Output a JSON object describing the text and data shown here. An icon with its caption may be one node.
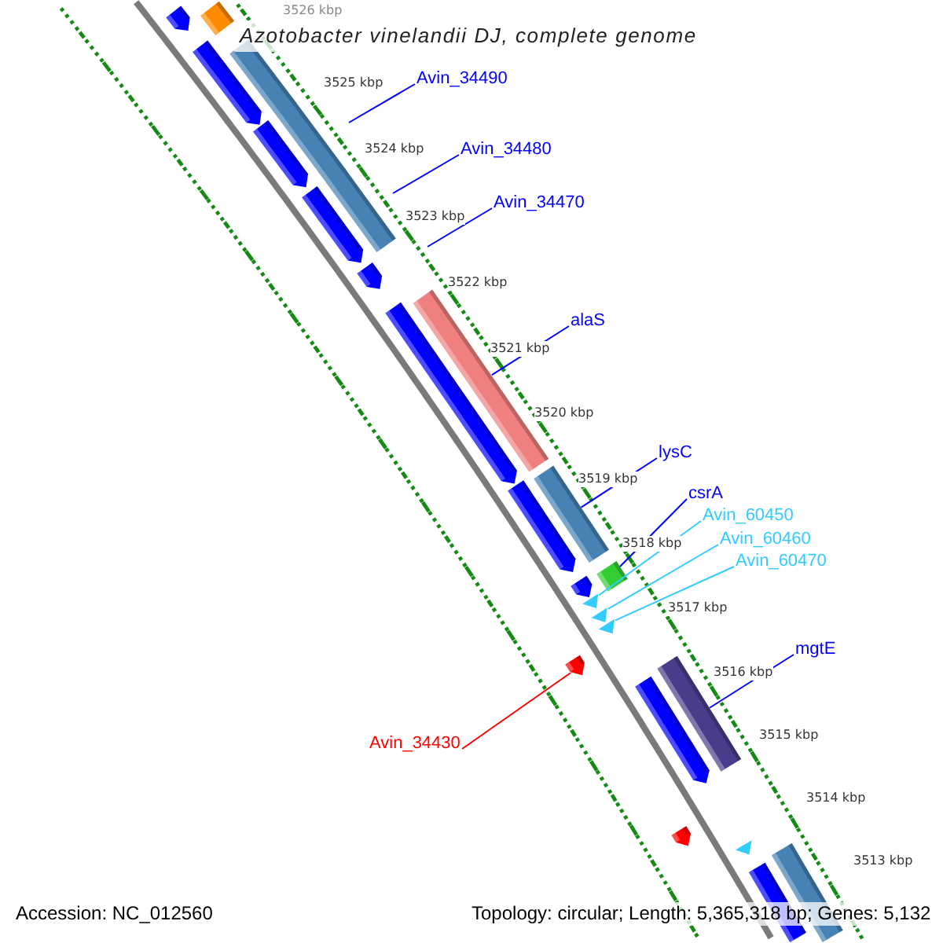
{
  "diagram": {
    "title": "Azotobacter vinelandii DJ, complete genome",
    "nodes": [
      {
        "text": [
          "Avin_34490"
        ]
      },
      {
        "text": [
          "Avin_34480"
        ]
      },
      {
        "text": [
          "Avin_34470"
        ]
      },
      {
        "text": [
          "alaS"
        ]
      },
      {
        "text": [
          "lysC"
        ]
      },
      {
        "text": [
          "csrA"
        ]
      },
      {
        "text": [
          "Avin_60450"
        ]
      },
      {
        "text": [
          "Avin_60460"
        ]
      },
      {
        "text": [
          "Avin_60470"
        ]
      },
      {
        "text": [
          "mgtE"
        ]
      },
      {
        "text": [
          "Avin_34430"
        ]
      },
      {
        "text": [],
        "shape": "arrow"
      },
      {
        "text": [],
        "shape": "bar"
      },
      {
        "text": [],
        "shape": "arrow"
      },
      {
        "text": [],
        "shape": "bar"
      },
      {
        "text": [],
        "shape": "bar"
      },
      {
        "text": [],
        "shape": "arrow"
      },
      {
        "text": [],
        "shape": "bar"
      },
      {
        "text": [],
        "shape": "arrow"
      },
      {
        "text": [],
        "shape": "arrow"
      },
      {
        "text": [],
        "shape": "bar"
      },
      {
        "text": [],
        "shape": "arrow"
      },
      {
        "text": [],
        "shape": "bar"
      },
      {
        "text": [],
        "shape": "arrow"
      },
      {
        "text": [],
        "shape": "bar"
      },
      {
        "text": [],
        "shape": "arrow"
      },
      {
        "text": [],
        "shape": "triangle"
      },
      {
        "text": [],
        "shape": "triangle"
      },
      {
        "text": [],
        "shape": "triangle"
      },
      {
        "text": [],
        "shape": "arrow"
      },
      {
        "text": [],
        "shape": "bar"
      },
      {
        "text": [],
        "shape": "arrow"
      },
      {
        "text": [],
        "shape": "arrow"
      },
      {
        "text": [],
        "shape": "triangle"
      },
      {
        "text": [],
        "shape": "bar"
      },
      {
        "text": [],
        "shape": "arrow"
      }
    ],
    "edges": [
      {
        "from": 0,
        "to": null,
        "arrow": "none"
      },
      {
        "from": 1,
        "to": null,
        "arrow": "none"
      },
      {
        "from": 2,
        "to": null,
        "arrow": "none"
      },
      {
        "from": 3,
        "to": 20,
        "arrow": "none"
      },
      {
        "from": 4,
        "to": 22,
        "arrow": "none"
      },
      {
        "from": 5,
        "to": 24,
        "arrow": "none"
      },
      {
        "from": 6,
        "to": 26,
        "arrow": "none",
        "color": "#33ccff"
      },
      {
        "from": 7,
        "to": 27,
        "arrow": "none",
        "color": "#33ccff"
      },
      {
        "from": 8,
        "to": 28,
        "arrow": "none",
        "color": "#33ccff"
      },
      {
        "from": 9,
        "to": 30,
        "arrow": "none"
      },
      {
        "from": 10,
        "to": 29,
        "arrow": "none",
        "color": "#ff0000"
      }
    ],
    "labels": [
      "3526 kbp",
      "3525 kbp",
      "3524 kbp",
      "3523 kbp",
      "3522 kbp",
      "3521 kbp",
      "3520 kbp",
      "3519 kbp",
      "3518 kbp",
      "3517 kbp",
      "3516 kbp",
      "3515 kbp",
      "3514 kbp",
      "3513 kbp",
      "Accession: NC_012560",
      "Topology: circular; Length: 5,365,318 bp; Genes: 5,132"
    ]
  }
}
